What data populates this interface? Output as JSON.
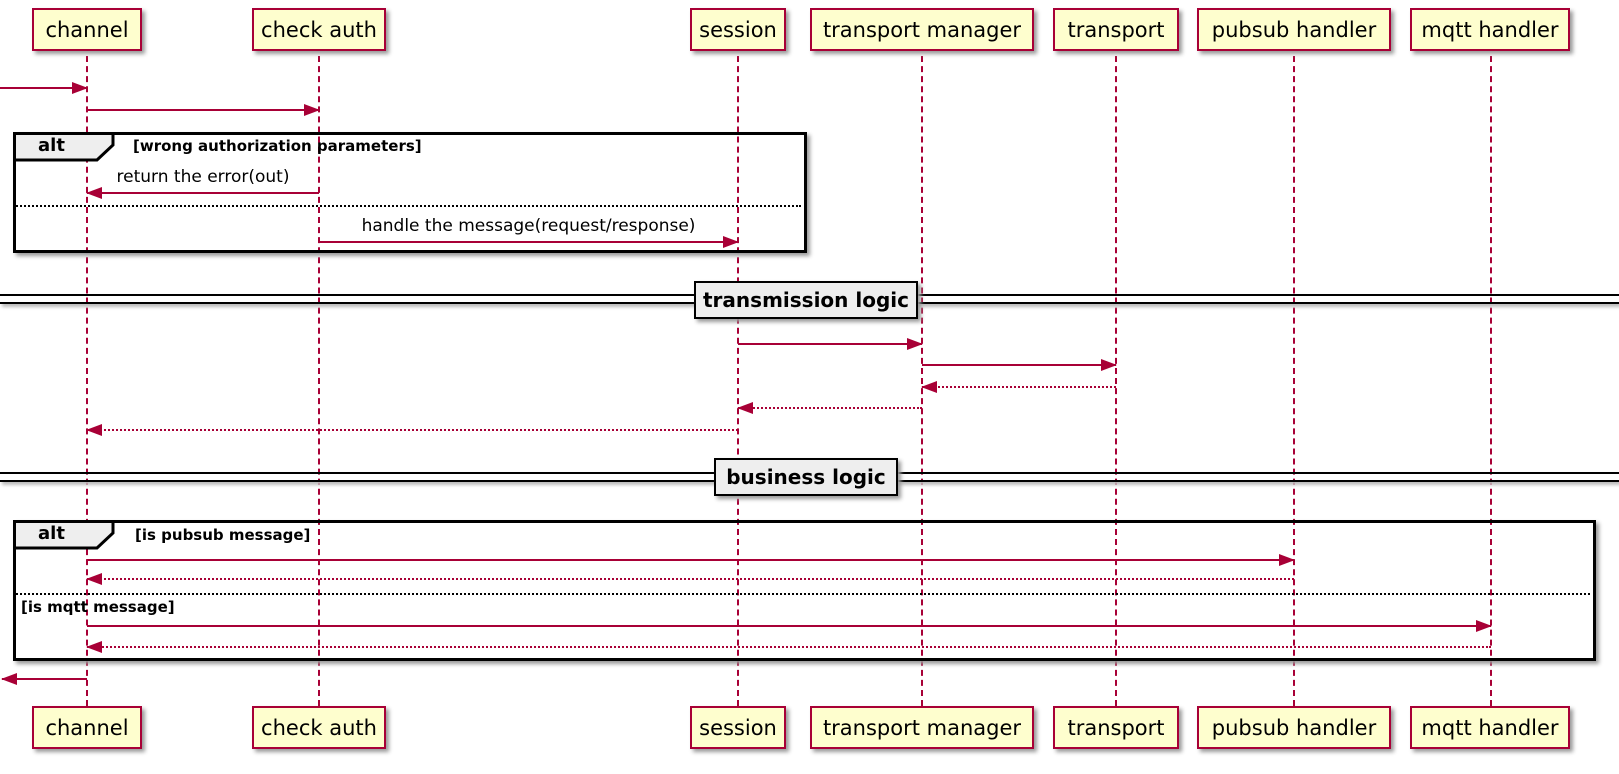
{
  "colors": {
    "accent": "#A80036",
    "participant_fill": "#FEFECE",
    "fragment_label_fill": "#EEEEEE",
    "frame_border": "#000000"
  },
  "participants": [
    {
      "label": "channel"
    },
    {
      "label": "check auth"
    },
    {
      "label": "session"
    },
    {
      "label": "transport manager"
    },
    {
      "label": "transport"
    },
    {
      "label": "pubsub handler"
    },
    {
      "label": "mqtt handler"
    }
  ],
  "fragments": {
    "auth": {
      "operator": "alt",
      "condition": "[wrong authorization parameters]"
    },
    "business": {
      "operator": "alt",
      "condition_pubsub": "[is pubsub message]",
      "condition_mqtt": "[is mqtt message]"
    }
  },
  "messages": {
    "return_error": "return the error(out)",
    "handle_message": "handle the message(request/response)"
  },
  "dividers": {
    "transmission": "transmission logic",
    "business": "business logic"
  }
}
